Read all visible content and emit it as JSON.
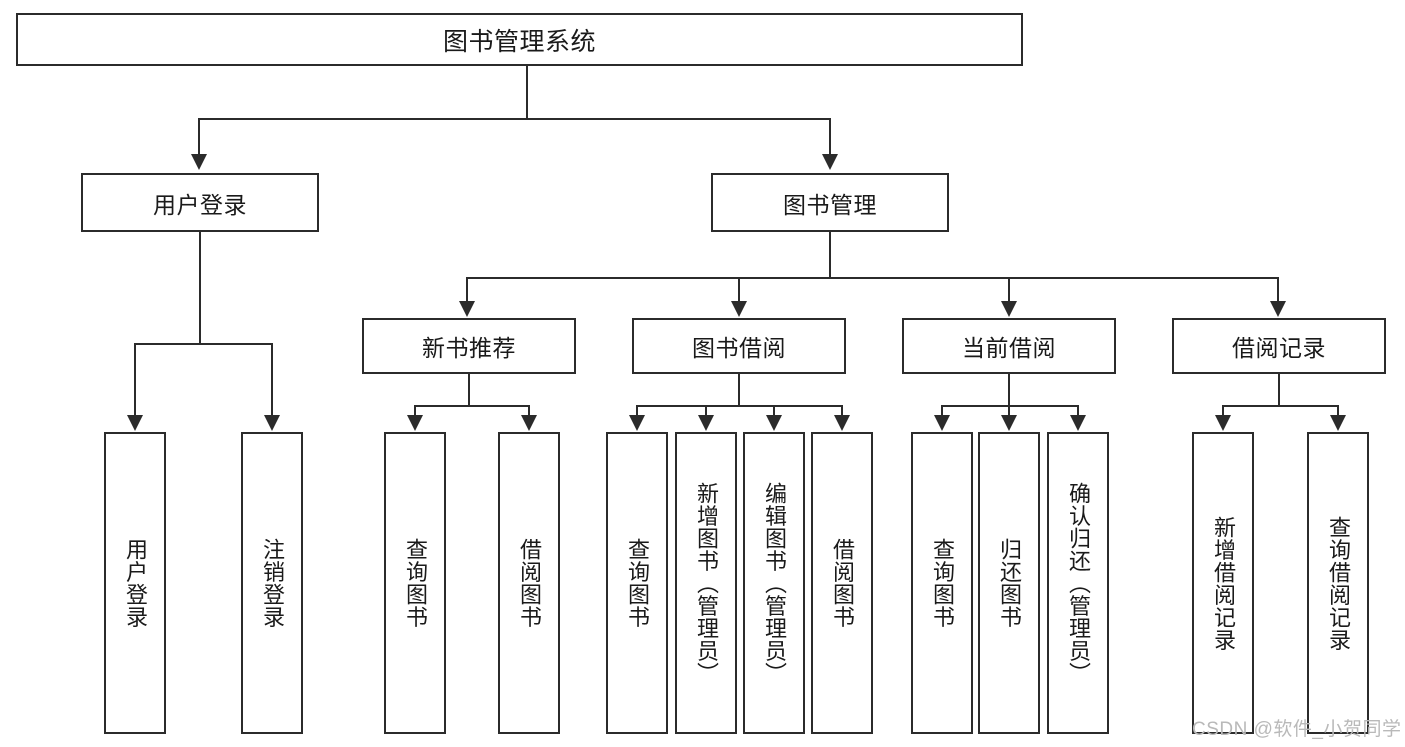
{
  "diagram": {
    "title": "图书管理系统",
    "root": {
      "label": "图书管理系统"
    },
    "level2": [
      {
        "label": "用户登录"
      },
      {
        "label": "图书管理"
      }
    ],
    "level3": [
      {
        "label": "新书推荐"
      },
      {
        "label": "图书借阅"
      },
      {
        "label": "当前借阅"
      },
      {
        "label": "借阅记录"
      }
    ],
    "leaves": [
      {
        "label": "用户登录"
      },
      {
        "label": "注销登录"
      },
      {
        "label": "查询图书"
      },
      {
        "label": "借阅图书"
      },
      {
        "label": "查询图书"
      },
      {
        "label": "新增图书（管理员）"
      },
      {
        "label": "编辑图书（管理员）"
      },
      {
        "label": "借阅图书"
      },
      {
        "label": "查询图书"
      },
      {
        "label": "归还图书"
      },
      {
        "label": "确认归还（管理员）"
      },
      {
        "label": "新增借阅记录"
      },
      {
        "label": "查询借阅记录"
      }
    ],
    "watermark": "CSDN @软件_小贺同学",
    "colors": {
      "stroke": "#2b2b2b",
      "fill": "#ffffff",
      "text": "#1a1a1a",
      "watermark": "#b9b9b9"
    }
  }
}
